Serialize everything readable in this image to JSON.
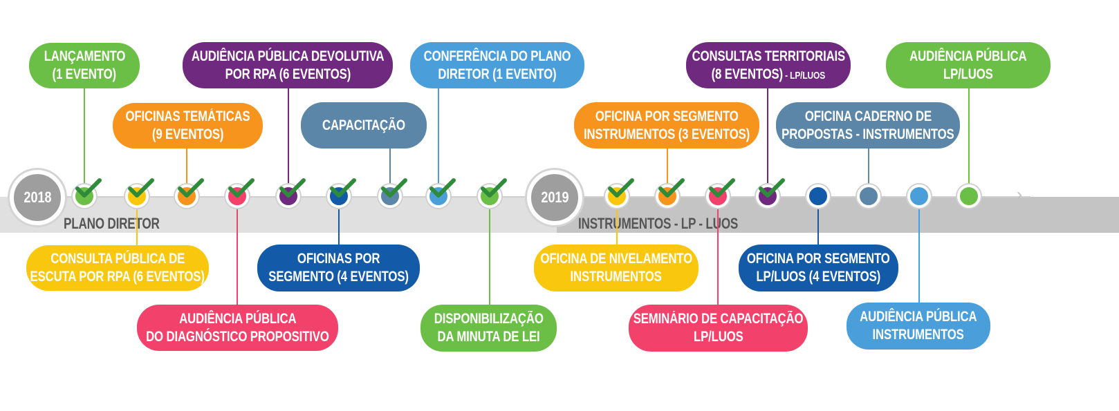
{
  "colors": {
    "green": "#6cbf46",
    "orange": "#f7941d",
    "yellow": "#f9c80e",
    "pink": "#f2426b",
    "purple": "#6f2a80",
    "navy": "#135ba9",
    "slate": "#5b86a8",
    "sky": "#4a9fdb",
    "grey_year": "#9e9e9e"
  },
  "years": [
    "2018",
    "2019"
  ],
  "phases": [
    "PLANO DIRETOR",
    "INSTRUMENTOS - LP - LUOS"
  ],
  "events": [
    {
      "lines": [
        "LANÇAMENTO",
        "(1 EVENTO)"
      ],
      "color": "green",
      "done": true
    },
    {
      "lines": [
        "CONSULTA PÚBLICA DE",
        "ESCUTA POR RPA (6 EVENTOS)"
      ],
      "color": "yellow",
      "done": true
    },
    {
      "lines": [
        "OFICINAS TEMÁTICAS",
        "(9 EVENTOS)"
      ],
      "color": "orange",
      "done": true
    },
    {
      "lines": [
        "AUDIÊNCIA PÚBLICA",
        "DO DIAGNÓSTICO PROPOSITIVO"
      ],
      "color": "pink",
      "done": true
    },
    {
      "lines": [
        "AUDIÊNCIA PÚBLICA DEVOLUTIVA",
        "POR RPA (6 EVENTOS)"
      ],
      "color": "purple",
      "done": true
    },
    {
      "lines": [
        "OFICINAS POR",
        "SEGMENTO (4 EVENTOS)"
      ],
      "color": "navy",
      "done": true
    },
    {
      "lines": [
        "CAPACITAÇÃO"
      ],
      "color": "slate",
      "done": true
    },
    {
      "lines": [
        "CONFERÊNCIA DO PLANO",
        "DIRETOR (1 EVENTO)"
      ],
      "color": "sky",
      "done": true
    },
    {
      "lines": [
        "DISPONIBILIZAÇÃO",
        "DA MINUTA DE LEI"
      ],
      "color": "green",
      "done": true
    },
    {
      "lines": [
        "OFICINA DE NIVELAMENTO",
        "INSTRUMENTOS"
      ],
      "color": "yellow",
      "done": true
    },
    {
      "lines": [
        "OFICINA POR SEGMENTO",
        "INSTRUMENTOS (3 EVENTOS)"
      ],
      "color": "orange",
      "done": true
    },
    {
      "lines": [
        "SEMINÁRIO DE CAPACITAÇÃO",
        "LP/LUOS"
      ],
      "color": "pink",
      "done": true
    },
    {
      "lines": [
        "CONSULTAS TERRITORIAIS",
        "(8 EVENTOS) - LP/LUOS"
      ],
      "color": "purple",
      "done": true
    },
    {
      "lines": [
        "OFICINA POR SEGMENTO",
        "LP/LUOS (4 EVENTOS)"
      ],
      "color": "navy",
      "done": false
    },
    {
      "lines": [
        "OFICINA CADERNO DE",
        "PROPOSTAS - INSTRUMENTOS"
      ],
      "color": "slate",
      "done": false
    },
    {
      "lines": [
        "AUDIÊNCIA PÚBLICA",
        "INSTRUMENTOS"
      ],
      "color": "sky",
      "done": false
    },
    {
      "lines": [
        "AUDIÊNCIA PÚBLICA",
        "LP/LUOS"
      ],
      "color": "green",
      "done": false
    }
  ]
}
